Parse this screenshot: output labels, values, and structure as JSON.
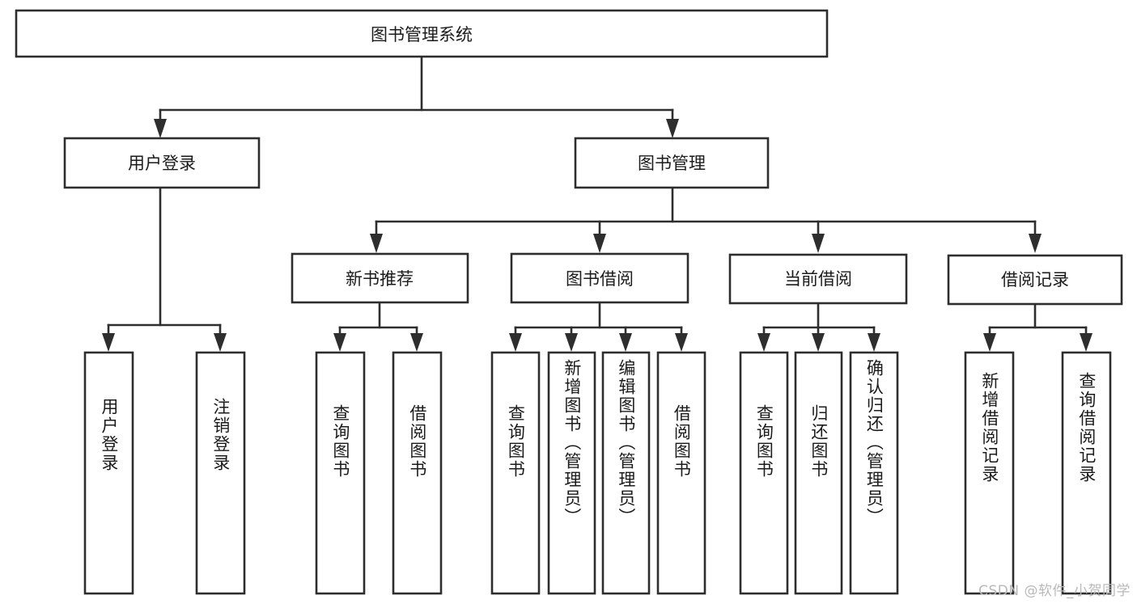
{
  "diagram": {
    "type": "tree",
    "title": "图书管理系统",
    "watermark": "CSDN @软件_小贺同学",
    "colors": {
      "box_fill": "#ffffff",
      "stroke": "#2e2e2e",
      "text": "#1b1b1b",
      "background": "#ffffff",
      "watermark": "#b9b9b9"
    },
    "nodes": {
      "root": {
        "label": "图书管理系统"
      },
      "level1": [
        {
          "id": "user-login",
          "label": "用户登录"
        },
        {
          "id": "book-management",
          "label": "图书管理"
        }
      ],
      "level2": [
        {
          "id": "new-book-recommend",
          "label": "新书推荐",
          "parent": "book-management"
        },
        {
          "id": "book-borrow",
          "label": "图书借阅",
          "parent": "book-management"
        },
        {
          "id": "current-borrow",
          "label": "当前借阅",
          "parent": "book-management"
        },
        {
          "id": "borrow-record",
          "label": "借阅记录",
          "parent": "book-management"
        }
      ],
      "leaves": [
        {
          "id": "leaf-user-login",
          "label": "用户登录",
          "parent": "user-login"
        },
        {
          "id": "leaf-logout-login",
          "label": "注销登录",
          "parent": "user-login"
        },
        {
          "id": "leaf-query-book-1",
          "label": "查询图书",
          "parent": "new-book-recommend"
        },
        {
          "id": "leaf-borrow-book-1",
          "label": "借阅图书",
          "parent": "new-book-recommend"
        },
        {
          "id": "leaf-query-book-2",
          "label": "查询图书",
          "parent": "book-borrow"
        },
        {
          "id": "leaf-add-book",
          "label": "新增图书（管理员）",
          "parent": "book-borrow"
        },
        {
          "id": "leaf-edit-book",
          "label": "编辑图书（管理员）",
          "parent": "book-borrow"
        },
        {
          "id": "leaf-borrow-book-2",
          "label": "借阅图书",
          "parent": "book-borrow"
        },
        {
          "id": "leaf-query-book-3",
          "label": "查询图书",
          "parent": "current-borrow"
        },
        {
          "id": "leaf-return-book",
          "label": "归还图书",
          "parent": "current-borrow"
        },
        {
          "id": "leaf-confirm-return",
          "label": "确认归还（管理员）",
          "parent": "current-borrow"
        },
        {
          "id": "leaf-add-record",
          "label": "新增借阅记录",
          "parent": "borrow-record"
        },
        {
          "id": "leaf-query-record",
          "label": "查询借阅记录",
          "parent": "borrow-record"
        }
      ]
    }
  }
}
